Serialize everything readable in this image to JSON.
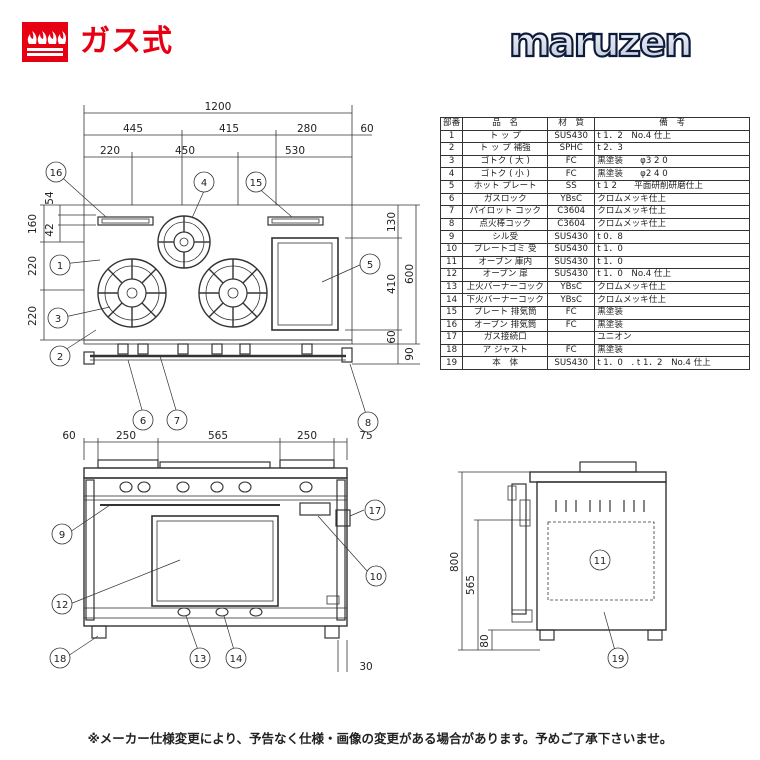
{
  "header": {
    "gas_label": "ガス式",
    "brand": "maruzen"
  },
  "colors": {
    "accent_red": "#e60012",
    "logo_navy": "#0e1a3a"
  },
  "plan_view": {
    "dims_top": [
      "1200",
      "445",
      "415",
      "280",
      "60",
      "220",
      "450",
      "530"
    ],
    "dims_left": [
      "54",
      "42",
      "160",
      "220",
      "220"
    ],
    "dims_right": [
      "130",
      "410",
      "600",
      "60",
      "90"
    ],
    "callouts": [
      "16",
      "4",
      "15",
      "1",
      "5",
      "3",
      "2",
      "6",
      "7",
      "8"
    ]
  },
  "front_view": {
    "dims_top": [
      "60",
      "250",
      "565",
      "250",
      "75"
    ],
    "dims_bottom": [
      "30"
    ],
    "callouts": [
      "9",
      "17",
      "12",
      "10",
      "18",
      "13",
      "14"
    ]
  },
  "side_view": {
    "dims": [
      "800",
      "565",
      "80"
    ],
    "callouts": [
      "11",
      "19"
    ]
  },
  "parts_table": {
    "headers": [
      "部番",
      "品　名",
      "材　質",
      "備　考"
    ],
    "rows": [
      {
        "no": "1",
        "name": "ト ッ プ",
        "material": "SUS430",
        "note": "t 1．2　No.4 仕上"
      },
      {
        "no": "2",
        "name": "ト ッ プ 補強",
        "material": "SPHC",
        "note": "t 2．3"
      },
      {
        "no": "3",
        "name": "ゴトク ( 大 )",
        "material": "FC",
        "note": "黒塗装　　φ3 2 0"
      },
      {
        "no": "4",
        "name": "ゴトク ( 小 )",
        "material": "FC",
        "note": "黒塗装　　φ2 4 0"
      },
      {
        "no": "5",
        "name": "ホット プレート",
        "material": "SS",
        "note": "t 1 2　　平面研削研磨仕上"
      },
      {
        "no": "6",
        "name": "ガスロック",
        "material": "YBsC",
        "note": "クロムメッキ仕上"
      },
      {
        "no": "7",
        "name": "パイロット コック",
        "material": "C3604",
        "note": "クロムメッキ仕上"
      },
      {
        "no": "8",
        "name": "点火棒コック",
        "material": "C3604",
        "note": "クロムメッキ仕上"
      },
      {
        "no": "9",
        "name": "シル受",
        "material": "SUS430",
        "note": "t 0．8"
      },
      {
        "no": "10",
        "name": "プレートゴミ 受",
        "material": "SUS430",
        "note": "t 1．0"
      },
      {
        "no": "11",
        "name": "オーブン 庫内",
        "material": "SUS430",
        "note": "t 1．0"
      },
      {
        "no": "12",
        "name": "オーブン 扉",
        "material": "SUS430",
        "note": "t 1．0　No.4 仕上"
      },
      {
        "no": "13",
        "name": "上火バーナーコック",
        "material": "YBsC",
        "note": "クロムメッキ仕上"
      },
      {
        "no": "14",
        "name": "下火バーナーコック",
        "material": "YBsC",
        "note": "クロムメッキ仕上"
      },
      {
        "no": "15",
        "name": "プレート 排気筒",
        "material": "FC",
        "note": "黒塗装"
      },
      {
        "no": "16",
        "name": "オーブン 排気筒",
        "material": "FC",
        "note": "黒塗装"
      },
      {
        "no": "17",
        "name": "ガス接続口",
        "material": "",
        "note": "ユニオン"
      },
      {
        "no": "18",
        "name": "ア ジャスト",
        "material": "FC",
        "note": "黒塗装"
      },
      {
        "no": "19",
        "name": "本　体",
        "material": "SUS430",
        "note": "t 1．0　. t 1．2　No.4 仕上"
      }
    ]
  },
  "footer": {
    "notice": "※メーカー仕様変更により、予告なく仕様・画像の変更がある場合があります。予めご了承下さいませ。"
  }
}
